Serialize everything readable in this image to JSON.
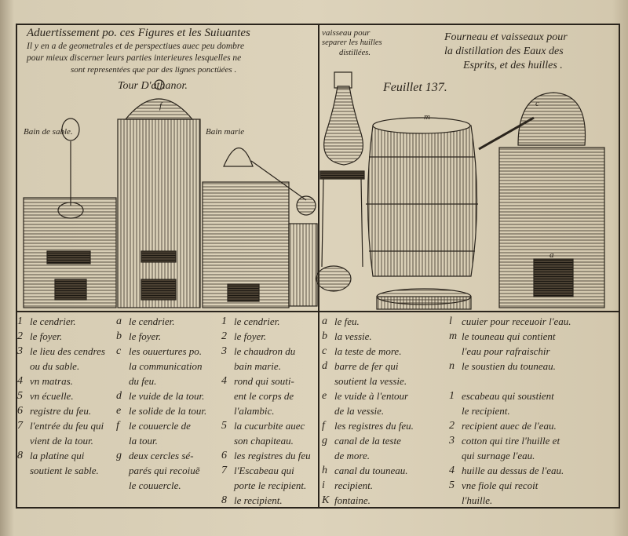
{
  "left_panel": {
    "heading": "Aduertissement po. ces Figures et les Suiuantes",
    "notice": [
      "Il y en a de geometrales et de perspectiues auec peu dombre",
      "pour mieux discerner leurs parties interieures lesquelles ne",
      "sont representées que par des lignes ponctüées ."
    ],
    "labels": {
      "tower": "Tour D'athanor.",
      "sand_bath": "Bain de sable.",
      "water_bath": "Bain marie"
    },
    "legend_col1": [
      {
        "key": "1",
        "lines": [
          "le cendrier."
        ]
      },
      {
        "key": "2",
        "lines": [
          "le foyer."
        ]
      },
      {
        "key": "3",
        "lines": [
          "le lieu des cendres",
          "ou du sable."
        ]
      },
      {
        "key": "4",
        "lines": [
          "vn matras."
        ]
      },
      {
        "key": "5",
        "lines": [
          "vn écuelle."
        ]
      },
      {
        "key": "6",
        "lines": [
          "registre du feu."
        ]
      },
      {
        "key": "7",
        "lines": [
          "l'entrée du feu qui",
          "vient de la tour."
        ]
      },
      {
        "key": "8",
        "lines": [
          "la platine qui",
          "soutient le sable."
        ]
      }
    ],
    "legend_col2": [
      {
        "key": "a",
        "lines": [
          "le cendrier."
        ]
      },
      {
        "key": "b",
        "lines": [
          "le foyer."
        ]
      },
      {
        "key": "c",
        "lines": [
          "les ouuertures po.",
          "la communication",
          "du feu."
        ]
      },
      {
        "key": "d",
        "lines": [
          "le vuide de la tour."
        ]
      },
      {
        "key": "e",
        "lines": [
          "le solide de la tour."
        ]
      },
      {
        "key": "f",
        "lines": [
          "le couuercle de",
          "la tour."
        ]
      },
      {
        "key": "g",
        "lines": [
          "deux cercles sé-",
          "parés qui recoiuẽ",
          "le couuercle."
        ]
      }
    ],
    "legend_col3": [
      {
        "key": "1",
        "lines": [
          "le cendrier."
        ]
      },
      {
        "key": "2",
        "lines": [
          "le foyer."
        ]
      },
      {
        "key": "3",
        "lines": [
          "le chaudron du",
          "bain marie."
        ]
      },
      {
        "key": "4",
        "lines": [
          "rond qui souti-",
          "ent le corps de",
          "l'alambic."
        ]
      },
      {
        "key": "5",
        "lines": [
          "la cucurbite auec",
          "son chapiteau."
        ]
      },
      {
        "key": "6",
        "lines": [
          "les registres du feu"
        ]
      },
      {
        "key": "7",
        "lines": [
          "l'Escabeau qui",
          "porte le recipient."
        ]
      },
      {
        "key": "8",
        "lines": [
          "le recipient."
        ]
      }
    ]
  },
  "right_panel": {
    "vessel_caption": [
      "vaisseau pour",
      "separer les huilles",
      "distillées."
    ],
    "heading": [
      "Fourneau et vaisseaux pour",
      "la distillation des Eaux des",
      "Esprits, et des huilles ."
    ],
    "page_label": "Feuillet 137.",
    "legend_col1": [
      {
        "key": "a",
        "lines": [
          "le feu."
        ]
      },
      {
        "key": "b",
        "lines": [
          "la vessie."
        ]
      },
      {
        "key": "c",
        "lines": [
          "la teste de more."
        ]
      },
      {
        "key": "d",
        "lines": [
          "barre de fer qui",
          "soutient la vessie."
        ]
      },
      {
        "key": "e",
        "lines": [
          "le vuide à l'entour",
          "de la vessie."
        ]
      },
      {
        "key": "f",
        "lines": [
          "les registres du feu."
        ]
      },
      {
        "key": "g",
        "lines": [
          "canal de la teste",
          "de more."
        ]
      },
      {
        "key": "h",
        "lines": [
          "canal du touneau."
        ]
      },
      {
        "key": "i",
        "lines": [
          "recipient."
        ]
      },
      {
        "key": "K",
        "lines": [
          "fontaine."
        ]
      }
    ],
    "legend_col2": [
      {
        "key": "l",
        "lines": [
          "cuuier pour receuoir l'eau."
        ]
      },
      {
        "key": "m",
        "lines": [
          "le touneau qui contient",
          "l'eau pour rafraischir"
        ]
      },
      {
        "key": "n",
        "lines": [
          "le soustien du touneau."
        ]
      },
      {
        "key": "",
        "lines": [
          ""
        ]
      },
      {
        "key": "1",
        "lines": [
          "escabeau qui soustient",
          "le recipient."
        ]
      },
      {
        "key": "2",
        "lines": [
          "recipient auec de l'eau."
        ]
      },
      {
        "key": "3",
        "lines": [
          "cotton qui tire l'huille et",
          "qui surnage l'eau."
        ]
      },
      {
        "key": "4",
        "lines": [
          "huille au dessus de l'eau."
        ]
      },
      {
        "key": "5",
        "lines": [
          "vne fiole qui recoit",
          "l'huille."
        ]
      }
    ]
  },
  "colors": {
    "paper": "#d9cfb6",
    "ink": "#2a241c"
  }
}
